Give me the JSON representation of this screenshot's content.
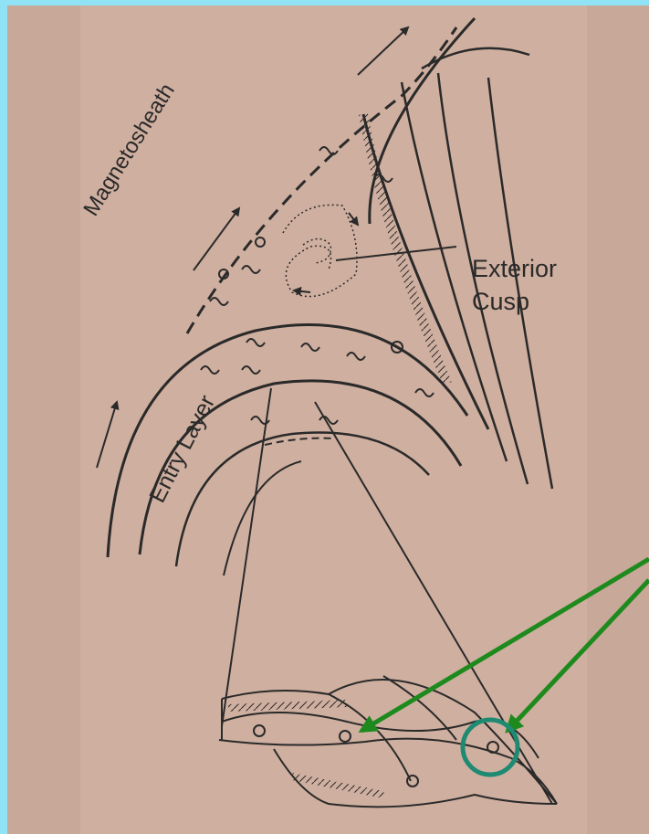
{
  "labels": {
    "magnetosheath": "Magnetosheath",
    "exterior": "Exterior",
    "cusp": "Cusp",
    "entry_layer": "Entry Layer"
  },
  "colors": {
    "frame": "#8fe3f5",
    "paper": "#c8a898",
    "paper_light": "#d3b4a3",
    "ink": "#2a2a2a",
    "arrow": "#1e8a1e",
    "circle": "#1e8a72"
  },
  "icons": {
    "arrow": "green-arrow-icon",
    "highlight": "highlight-circle-icon"
  }
}
